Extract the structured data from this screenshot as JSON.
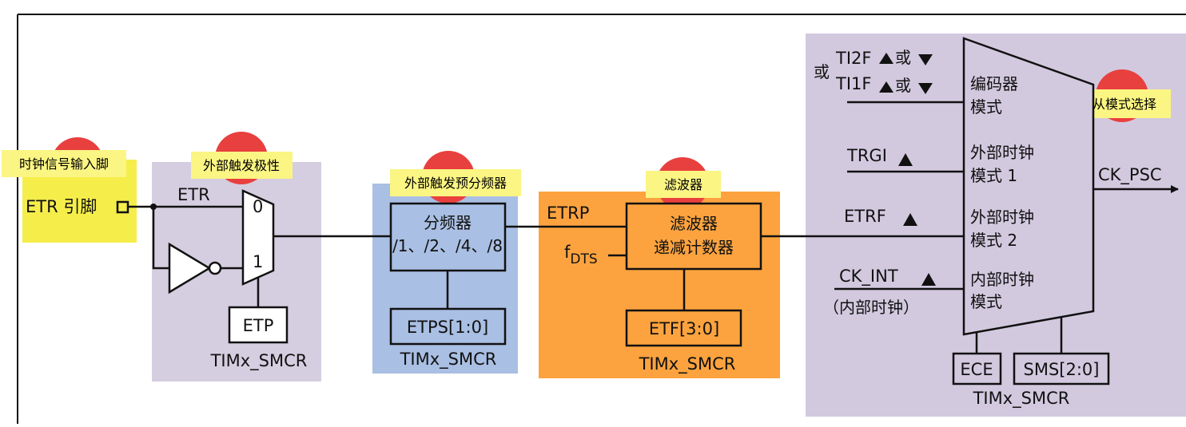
{
  "notes": {
    "pin": "时钟信号输入脚",
    "polarity": "外部触发极性",
    "prescaler": "外部触发预分频器",
    "filter": "滤波器",
    "slave_mode": "从模式选择"
  },
  "labels": {
    "etr_pin": "ETR 引脚",
    "etr": "ETR",
    "mux_in0": "0",
    "mux_in1": "1",
    "etp": "ETP",
    "reg_polarity": "TIMx_SMCR",
    "prescaler_l1": "分频器",
    "prescaler_l2": "/1、/2、/4、/8",
    "etps": "ETPS[1:0]",
    "reg_prescaler": "TIMx_SMCR",
    "etrp": "ETRP",
    "fdts_main": "f",
    "fdts_sub": "DTS",
    "filter_l1": "滤波器",
    "filter_l2": "递减计数器",
    "etf": "ETF[3:0]",
    "reg_filter": "TIMx_SMCR",
    "or_left": "或",
    "ti2f": "TI2F",
    "ti1f": "TI1F",
    "or_mid": "或",
    "trgi": "TRGI",
    "etrf": "ETRF",
    "ck_int": "CK_INT",
    "ck_int_note": "（内部时钟）",
    "mode_encoder_l1": "编码器",
    "mode_encoder_l2": "模式",
    "mode_ext1_l1": "外部时钟",
    "mode_ext1_l2": "模式 1",
    "mode_ext2_l1": "外部时钟",
    "mode_ext2_l2": "模式 2",
    "mode_int_l1": "内部时钟",
    "mode_int_l2": "模式",
    "ck_psc": "CK_PSC",
    "ece": "ECE",
    "sms": "SMS[2:0]",
    "reg_slave": "TIMx_SMCR"
  },
  "colors": {
    "polarity_bg": "#d5cde0",
    "prescaler_bg": "#a9bfe3",
    "filter_bg": "#fca33f",
    "slave_bg": "#d2c9df",
    "note_bg": "#fbf583",
    "pin_note_bg": "#f5ee4a",
    "marker": "#e8403e"
  }
}
